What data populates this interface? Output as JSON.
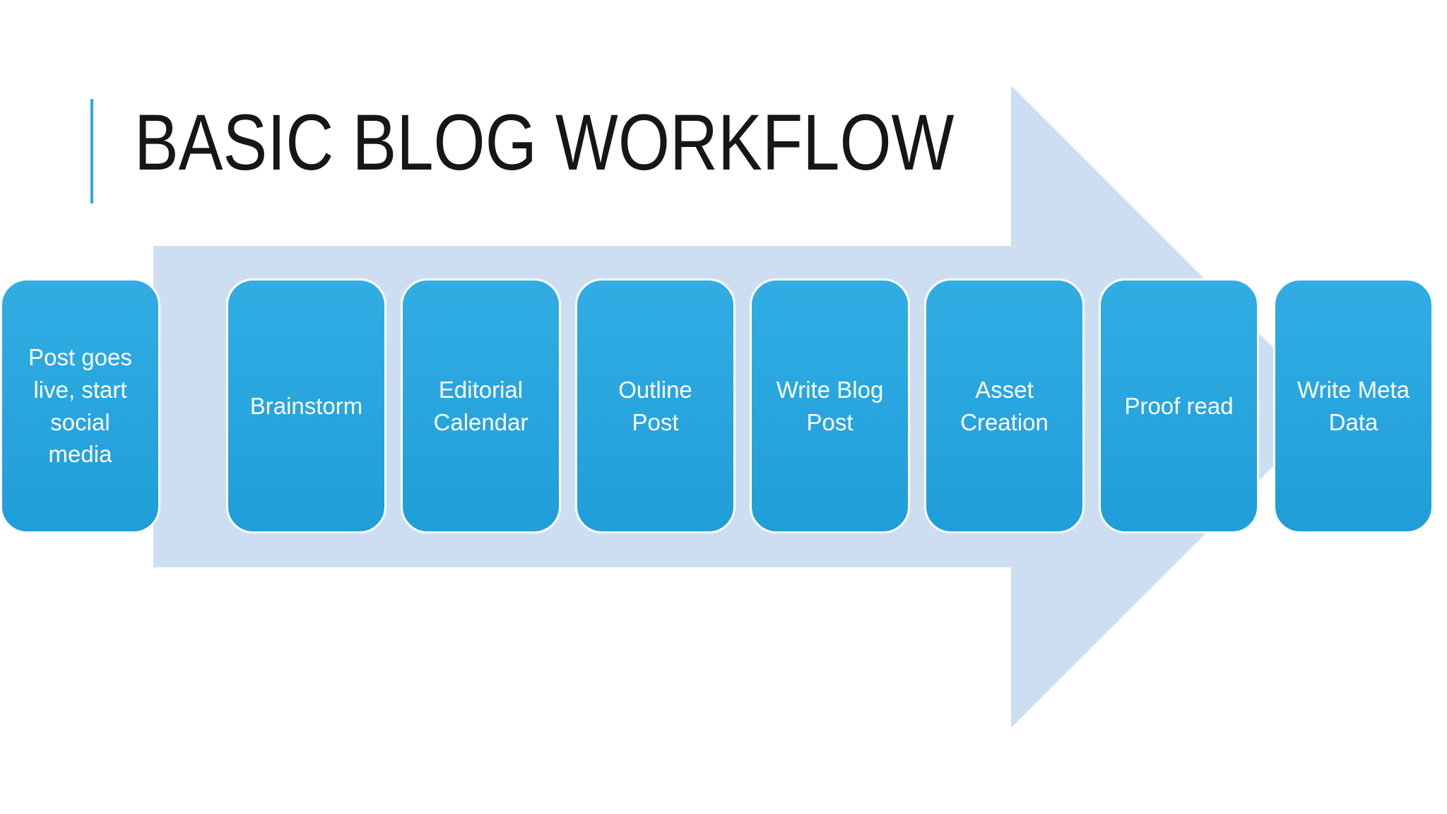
{
  "slide": {
    "title": "BASIC BLOG WORKFLOW"
  },
  "workflow": {
    "steps": [
      {
        "label": "Brainstorm"
      },
      {
        "label": "Editorial\nCalendar"
      },
      {
        "label": "Outline\nPost"
      },
      {
        "label": "Write Blog\nPost"
      },
      {
        "label": "Asset\nCreation"
      },
      {
        "label": "Proof read"
      },
      {
        "label": "Write Meta\nData"
      },
      {
        "label": "Post goes\nlive, start\nsocial\nmedia"
      }
    ]
  },
  "theme": {
    "accent": "#29ABE2",
    "box_fill_top": "#31ADE4",
    "box_fill_bottom": "#209ED9",
    "box_text": "#FFFFFF",
    "arrow_fill": "#CDDEF2",
    "title_color": "#161616",
    "background": "#FFFFFF"
  }
}
